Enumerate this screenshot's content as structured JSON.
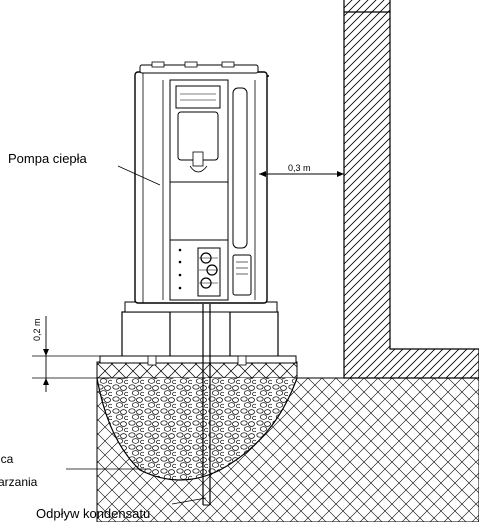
{
  "labels": {
    "heat_pump": "Pompa ciepła",
    "wall_gap": "0,3 m",
    "base_height": "0,2 m",
    "gravel_line1": "ica",
    "gravel_line2": "arzania",
    "condensate_drain": "Odpływ kondensatu"
  },
  "colors": {
    "line": "#000000",
    "background": "#ffffff"
  }
}
